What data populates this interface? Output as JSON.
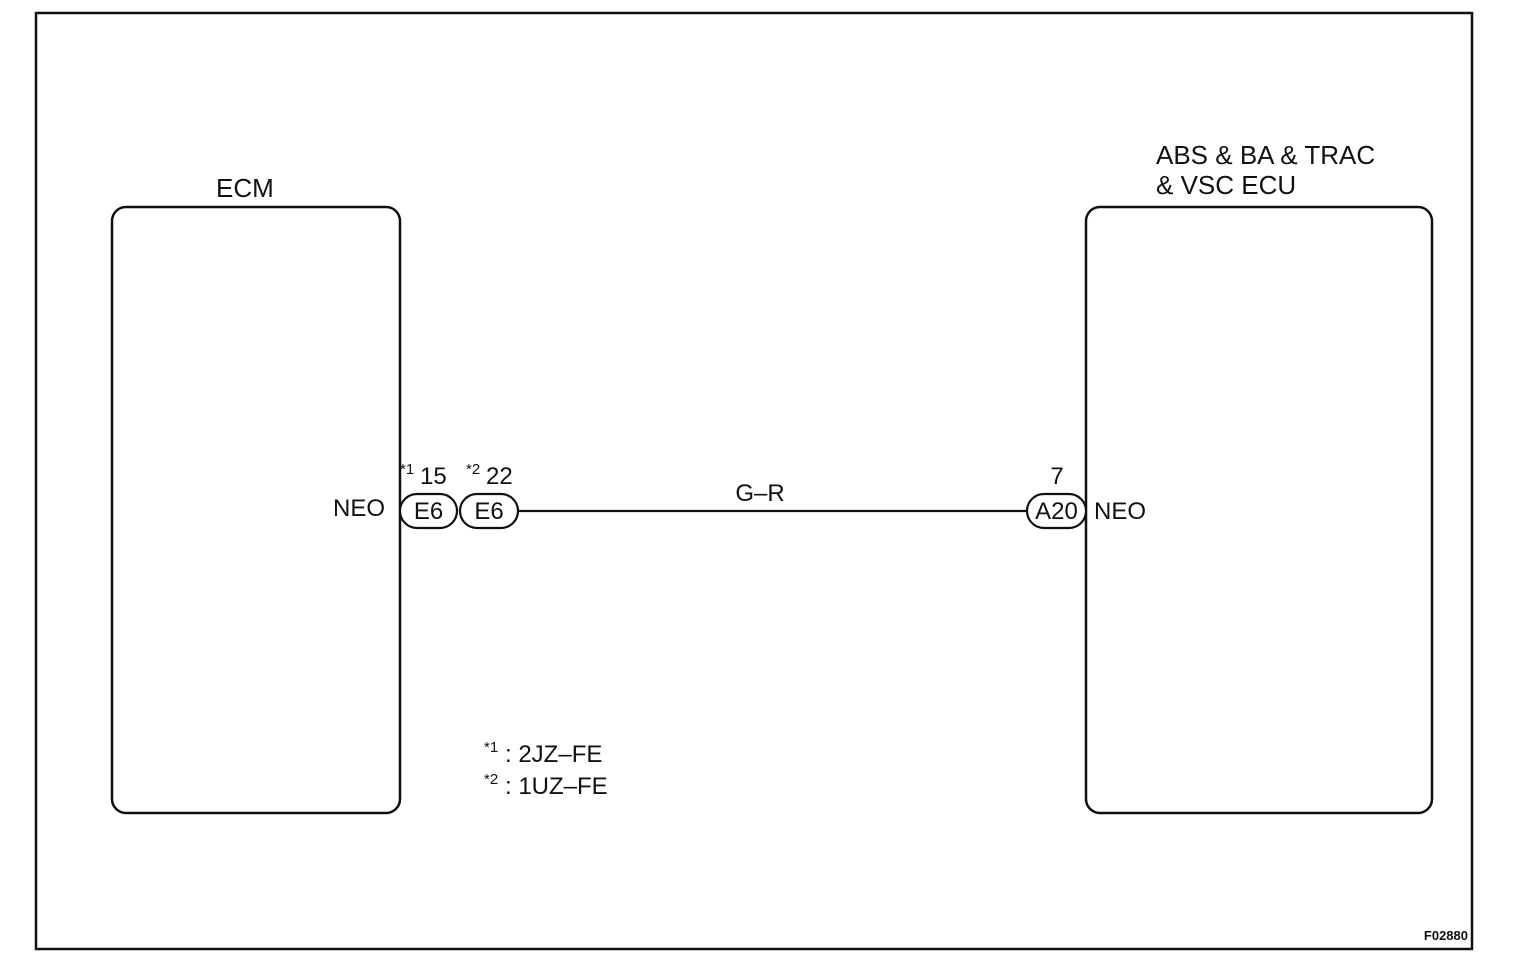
{
  "blocks": {
    "ecm": {
      "title": "ECM",
      "pin": "NEO"
    },
    "abs": {
      "title_line1": "ABS & BA & TRAC",
      "title_line2": "& VSC ECU",
      "pin": "NEO"
    }
  },
  "connectors": {
    "e6_a": {
      "label": "E6",
      "pin_number": "15",
      "note_ref": "*1"
    },
    "e6_b": {
      "label": "E6",
      "pin_number": "22",
      "note_ref": "*2"
    },
    "a20": {
      "label": "A20",
      "pin_number": "7"
    }
  },
  "wire": {
    "color_code": "G–R"
  },
  "notes": [
    {
      "ref": "*1",
      "text": ": 2JZ–FE"
    },
    {
      "ref": "*2",
      "text": ": 1UZ–FE"
    }
  ],
  "figure_code": "F02880",
  "colors": {
    "line": "#111111",
    "background": "#ffffff"
  }
}
